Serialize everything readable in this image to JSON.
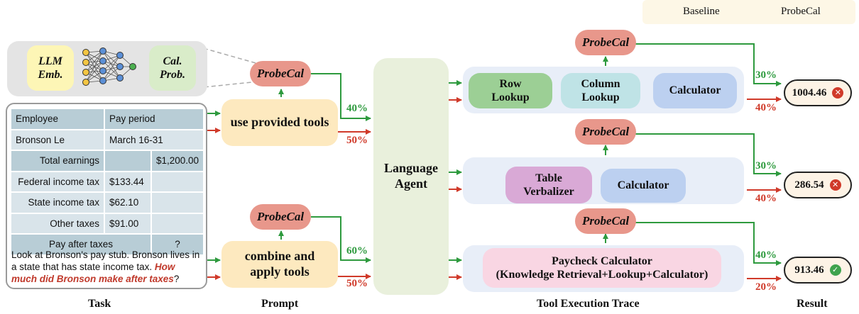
{
  "legend": {
    "baseline": "Baseline",
    "probecal": "ProbeCal"
  },
  "probecal_inset": {
    "llm_emb": "LLM\nEmb.",
    "cal_prob": "Cal.\nProb."
  },
  "task": {
    "table": [
      [
        "Employee",
        "Pay period",
        ""
      ],
      [
        "Bronson Le",
        "March 16-31",
        ""
      ],
      [
        "Total earnings",
        "",
        "$1,200.00"
      ],
      [
        "Federal income tax",
        "$133.44",
        ""
      ],
      [
        "State income tax",
        "$62.10",
        ""
      ],
      [
        "Other taxes",
        "$91.00",
        ""
      ],
      [
        "Pay after taxes",
        "",
        "?"
      ]
    ],
    "question_plain": "Look at Bronson's pay stub. Bronson lives in a state that has state income tax. ",
    "question_highlight": "How much did Bronson make after taxes",
    "question_end": "?"
  },
  "prompt": {
    "probecal": "ProbeCal",
    "top": {
      "label": "use provided tools",
      "green_pct": "40%",
      "red_pct": "50%"
    },
    "bottom": {
      "label": "combine and\napply tools",
      "green_pct": "60%",
      "red_pct": "50%"
    }
  },
  "agent": {
    "label": "Language\nAgent"
  },
  "trace": {
    "probecal": "ProbeCal",
    "rows": [
      {
        "tools": [
          "Row\nLookup",
          "Column\nLookup",
          "Calculator"
        ],
        "green_pct": "30%",
        "red_pct": "40%",
        "result": "1004.46",
        "status": "wrong"
      },
      {
        "tools": [
          "Table\nVerbalizer",
          "Calculator"
        ],
        "green_pct": "30%",
        "red_pct": "40%",
        "result": "286.54",
        "status": "wrong"
      },
      {
        "tools": [
          "Paycheck Calculator\n(Knowledge Retrieval+Lookup+Calculator)"
        ],
        "green_pct": "40%",
        "red_pct": "20%",
        "result": "913.46",
        "status": "correct"
      }
    ]
  },
  "captions": {
    "task": "Task",
    "prompt": "Prompt",
    "trace": "Tool Execution Trace",
    "result": "Result"
  },
  "colors": {
    "green": "#2e9a3e",
    "red": "#d03a2a",
    "probecal": "#e8978b",
    "agent": "#e9f0dc",
    "prompt_box": "#fde9bf"
  }
}
